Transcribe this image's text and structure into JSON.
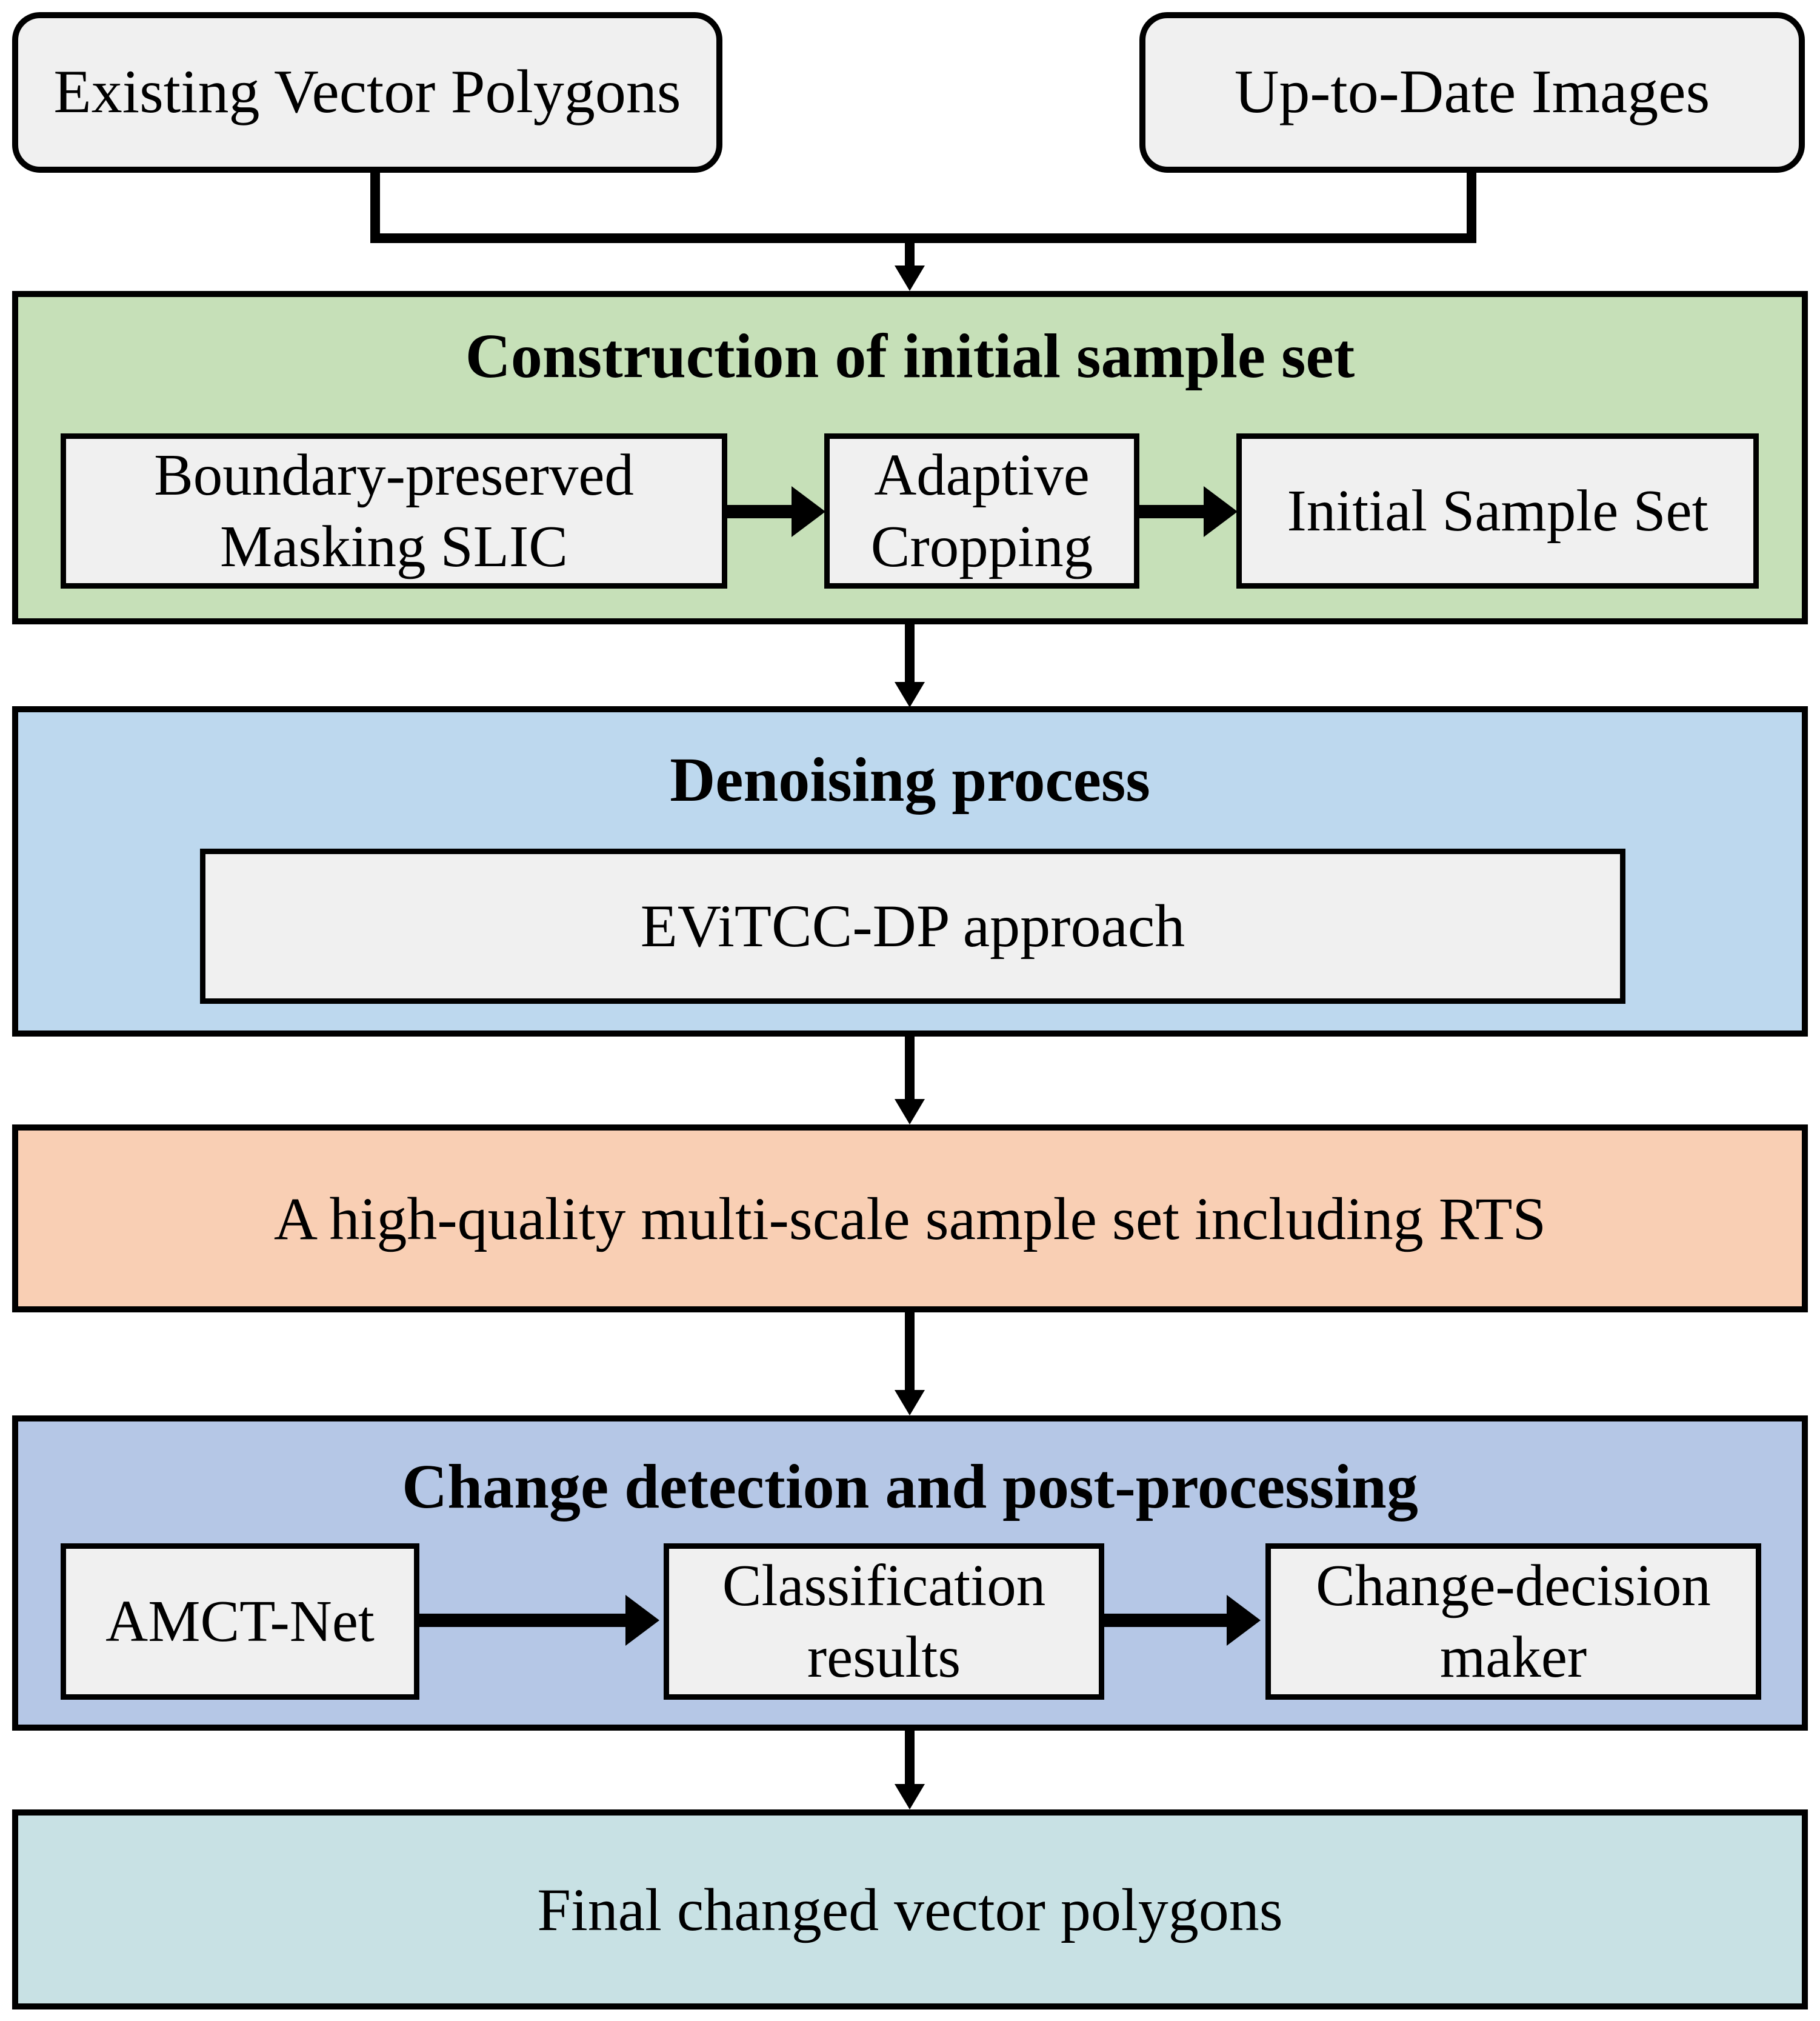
{
  "inputs": {
    "left": {
      "label": "Existing Vector Polygons"
    },
    "right": {
      "label": "Up-to-Date Images"
    }
  },
  "stages": {
    "construction": {
      "title": "Construction of initial sample set",
      "step1": {
        "line1": "Boundary-preserved",
        "line2": "Masking SLIC"
      },
      "step2": {
        "line1": "Adaptive",
        "line2": "Cropping"
      },
      "step3": {
        "label": "Initial Sample Set"
      }
    },
    "denoising": {
      "title": "Denoising process",
      "step1": {
        "label": "EViTCC-DP approach"
      }
    },
    "sample_set": {
      "label": "A high-quality multi-scale sample set including RTS"
    },
    "change_detection": {
      "title": "Change detection and post-processing",
      "step1": {
        "label": "AMCT-Net"
      },
      "step2": {
        "line1": "Classification",
        "line2": "results"
      },
      "step3": {
        "line1": "Change-decision",
        "line2": "maker"
      }
    },
    "final": {
      "label": "Final changed vector polygons"
    }
  },
  "colors": {
    "construction_bg": "#c6e0b8",
    "denoising_bg": "#bdd8ee",
    "sample_set_bg": "#f9cfb4",
    "change_detection_bg": "#b5c7e6",
    "final_bg": "#c8e1e4",
    "node_fill": "#f0f0f0",
    "outline": "#000000"
  }
}
